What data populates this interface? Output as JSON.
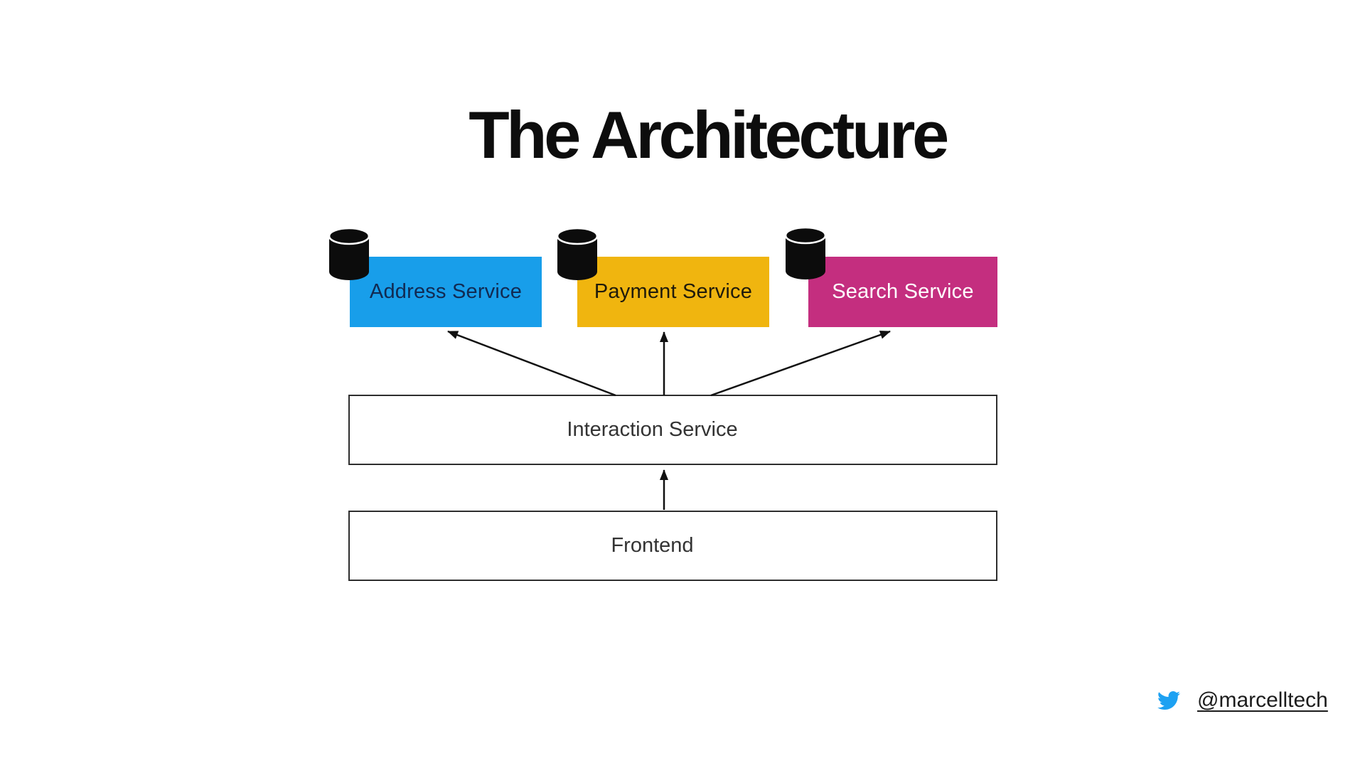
{
  "slide": {
    "title": "The Architecture",
    "background_color": "#ffffff"
  },
  "diagram": {
    "services": [
      {
        "label": "Address Service",
        "color": "#189EEA",
        "text_color": "#112A52",
        "icon": "database-cylinder-icon"
      },
      {
        "label": "Payment Service",
        "color": "#F0B50F",
        "text_color": "#201B0B",
        "icon": "database-cylinder-icon"
      },
      {
        "label": "Search Service",
        "color": "#C42E7F",
        "text_color": "#FFFFFF",
        "icon": "database-cylinder-icon"
      }
    ],
    "interaction_box": {
      "label": "Interaction Service"
    },
    "frontend_box": {
      "label": "Frontend"
    },
    "arrow_color": "#111111",
    "connections": [
      {
        "from": "Frontend",
        "to": "Interaction Service"
      },
      {
        "from": "Interaction Service",
        "to": "Address Service"
      },
      {
        "from": "Interaction Service",
        "to": "Payment Service"
      },
      {
        "from": "Interaction Service",
        "to": "Search Service"
      }
    ]
  },
  "footer": {
    "twitter_handle": "@marcelltech",
    "twitter_blue": "#1DA1F2",
    "icon": "twitter-bird-icon"
  }
}
